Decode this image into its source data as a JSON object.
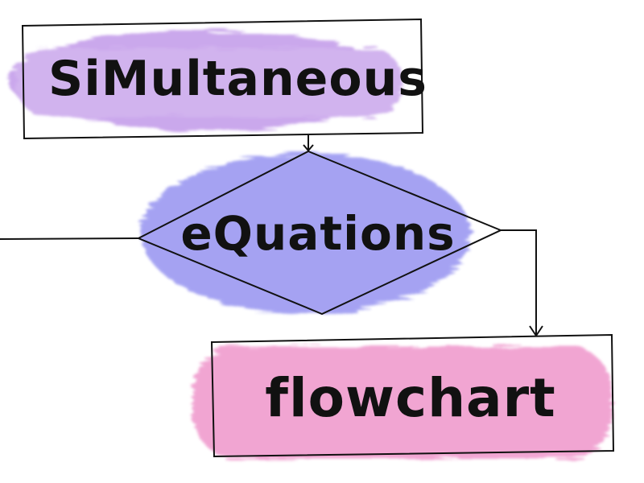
{
  "diagram": {
    "type": "flowchart",
    "nodes": [
      {
        "id": "n1",
        "shape": "rectangle",
        "label": "SiMultaneous",
        "fill": "#b98be6"
      },
      {
        "id": "n2",
        "shape": "diamond",
        "label": "eQuations",
        "fill": "#8f8cf0"
      },
      {
        "id": "n3",
        "shape": "rectangle",
        "label": "flowchart",
        "fill": "#ee8fc8"
      }
    ],
    "edges": [
      {
        "from": "n1",
        "to": "n2",
        "arrow": true
      },
      {
        "from": "n2",
        "to": "n3",
        "arrow": true,
        "route": "right then down"
      },
      {
        "from": "n2",
        "to": "off-canvas-left",
        "arrow": false
      }
    ]
  }
}
